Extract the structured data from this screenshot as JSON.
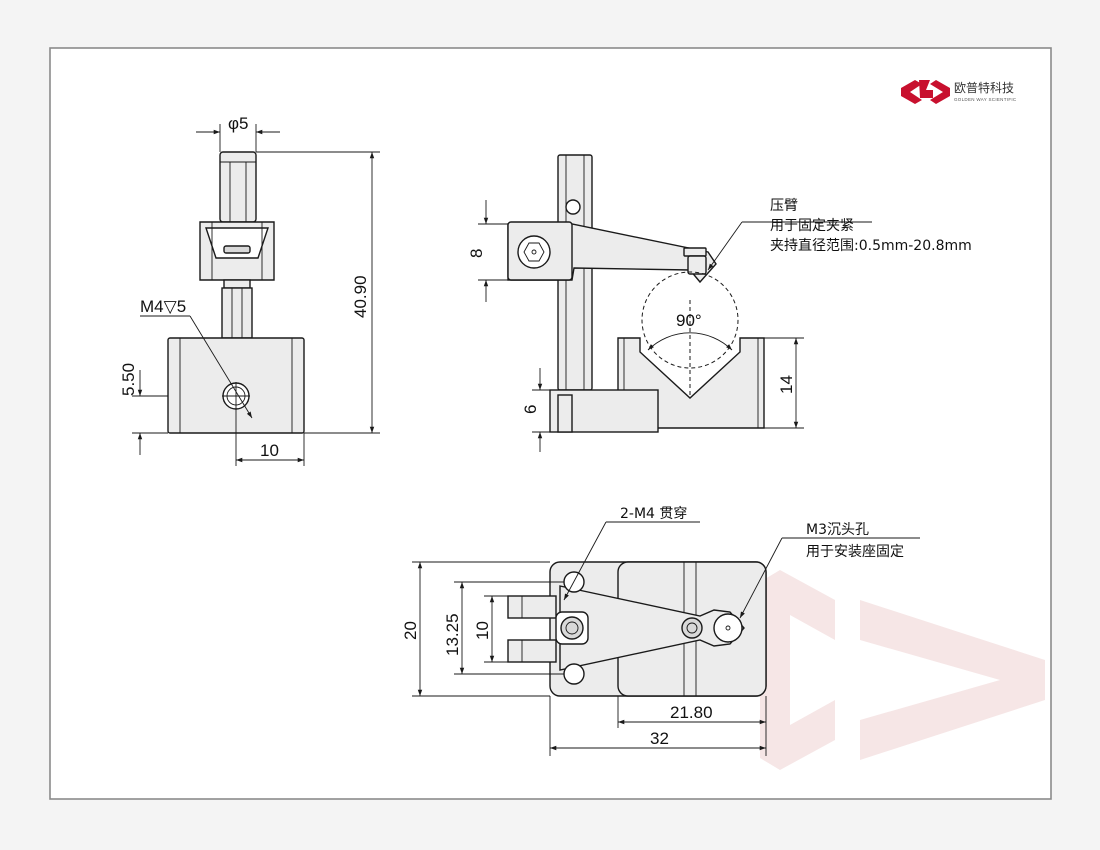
{
  "logo": {
    "name": "欧普特科技",
    "subtitle": "GOLDEN WAY SCIENTIFIC",
    "color": "#c8102e"
  },
  "front_view": {
    "dims": {
      "pin_diameter": "φ5",
      "height": "40.90",
      "hole_height": "5.50",
      "hole_offset": "10",
      "thread": "M4▽5"
    }
  },
  "side_view": {
    "dims": {
      "arm_height": "8",
      "base_height": "6",
      "v_block_height": "14",
      "v_angle": "90°"
    },
    "callout": {
      "title": "压臂",
      "line1": "用于固定夹紧",
      "line2": "夹持直径范围:0.5mm-20.8mm"
    }
  },
  "top_view": {
    "dims": {
      "width": "20",
      "hole_spacing": "13.25",
      "slot_width": "10",
      "length_inner": "21.80",
      "length": "32"
    },
    "callout_holes": "2-M4 贯穿",
    "callout_counterbore": {
      "line1": "M3沉头孔",
      "line2": "用于安装座固定"
    }
  }
}
